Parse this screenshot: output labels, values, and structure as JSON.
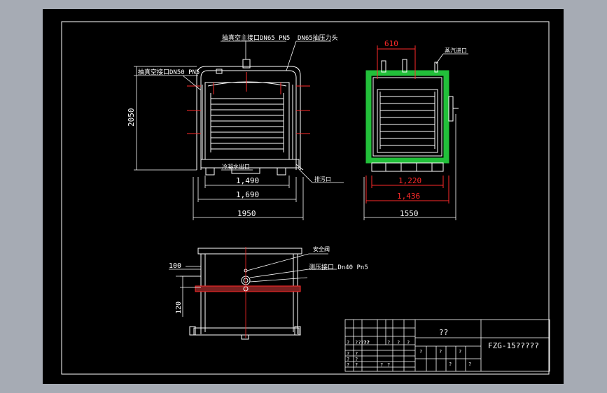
{
  "labels": {
    "vac_main_port": "抽真空主接口DN65 PN5",
    "dn65_gauge": "DN65抽压力头",
    "vac_port_dn50": "抽真空接口DN50 PN5",
    "condensate_port": "冷凝水出口",
    "discharge_port": "排污口",
    "steam_inlet": "蒸汽进口",
    "safety_valve": "安全阀",
    "pressure_port": "测压接口 Dn40 Pn5"
  },
  "dims": {
    "h_2050": "2050",
    "w_1490": "1,490",
    "w_1690": "1,690",
    "w_1950": "1950",
    "w_610": "610",
    "w_1220": "1,220",
    "w_1436": "1,436",
    "w_1550": "1550",
    "d_100": "100",
    "d_120": "120"
  },
  "title_block": {
    "name_cell": "??",
    "drawing_no": "FZG-15?????",
    "small": [
      "?????",
      "?",
      "??",
      "?",
      "?",
      "?",
      "?",
      "?",
      "?",
      "?",
      "?",
      "?",
      "?",
      "?",
      "?",
      "?",
      "?",
      "?",
      "?"
    ]
  },
  "colors": {
    "sheet": "#000000",
    "frame": "#ffffff",
    "dimension": "#ff2a2a",
    "insulation": "#22c03a",
    "background": "#a6abb4"
  }
}
